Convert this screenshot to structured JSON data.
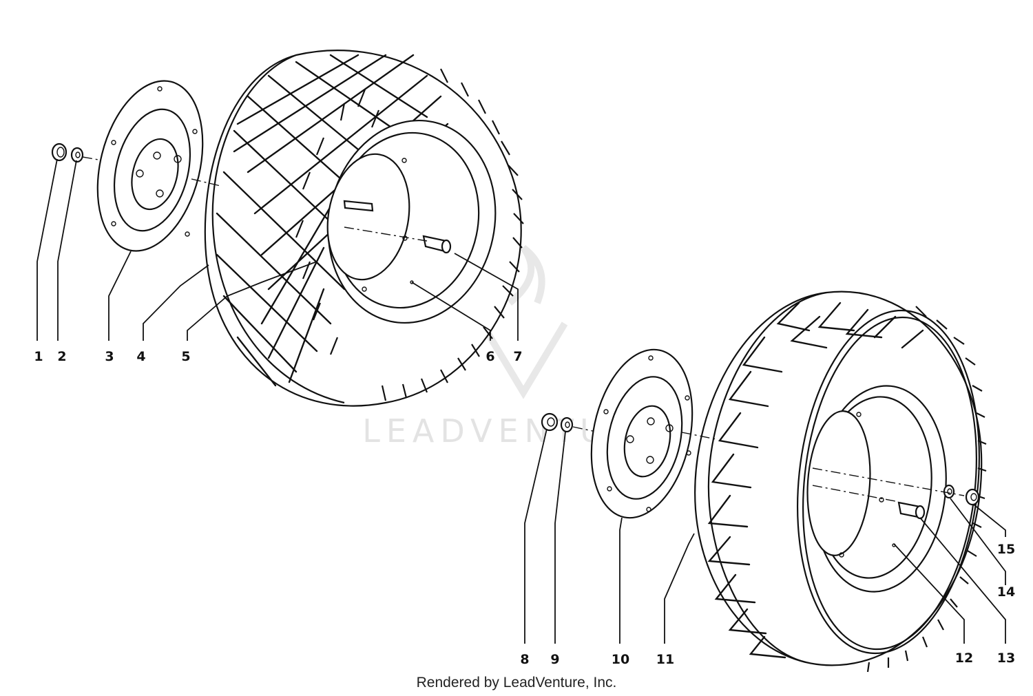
{
  "watermark": {
    "text": "LEADVENTURE",
    "color": "#e3e3e3"
  },
  "footer": {
    "rendered_by": "Rendered by LeadVenture, Inc."
  },
  "callouts": [
    {
      "id": "1",
      "label": "1"
    },
    {
      "id": "2",
      "label": "2"
    },
    {
      "id": "3",
      "label": "3"
    },
    {
      "id": "4",
      "label": "4"
    },
    {
      "id": "5",
      "label": "5"
    },
    {
      "id": "6",
      "label": "6"
    },
    {
      "id": "7",
      "label": "7"
    },
    {
      "id": "8",
      "label": "8"
    },
    {
      "id": "9",
      "label": "9"
    },
    {
      "id": "10",
      "label": "10"
    },
    {
      "id": "11",
      "label": "11"
    },
    {
      "id": "12",
      "label": "12"
    },
    {
      "id": "13",
      "label": "13"
    },
    {
      "id": "14",
      "label": "14"
    },
    {
      "id": "15",
      "label": "15"
    }
  ],
  "colors": {
    "ink": "#111111",
    "background": "#ffffff"
  }
}
